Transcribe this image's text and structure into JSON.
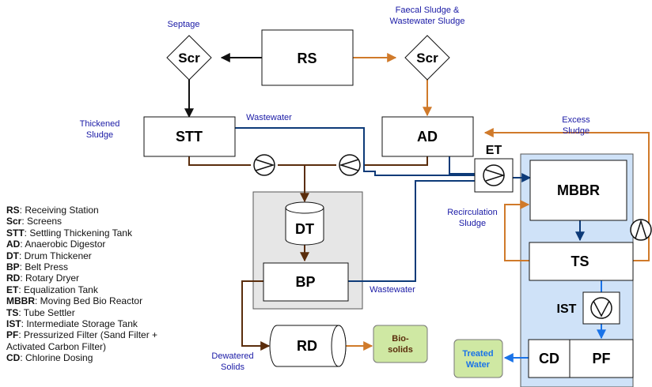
{
  "nodes": {
    "rs": "RS",
    "scr_left": "Scr",
    "scr_right": "Scr",
    "stt": "STT",
    "ad": "AD",
    "dt": "DT",
    "bp": "BP",
    "rd": "RD",
    "biosolids_line1": "Bio-",
    "biosolids_line2": "solids",
    "et": "ET",
    "mbbr": "MBBR",
    "ts": "TS",
    "ist": "IST",
    "cd": "CD",
    "pf": "PF",
    "treated_line1": "Treated",
    "treated_line2": "Water"
  },
  "labels": {
    "septage": "Septage",
    "faecal_line1": "Faecal Sludge &",
    "faecal_line2": "Wastewater Sludge",
    "thickened_line1": "Thickened",
    "thickened_line2": "Sludge",
    "wastewater_top": "Wastewater",
    "excess_line1": "Excess",
    "excess_line2": "Sludge",
    "recirc_line1": "Recirculation",
    "recirc_line2": "Sludge",
    "wastewater_bottom": "Wastewater",
    "dewatered_line1": "Dewatered",
    "dewatered_line2": "Solids"
  },
  "legend": [
    {
      "abbr": "RS",
      "text": ": Receiving Station"
    },
    {
      "abbr": "Scr",
      "text": ": Screens"
    },
    {
      "abbr": "STT",
      "text": ": Settling Thickening Tank"
    },
    {
      "abbr": "AD",
      "text": ": Anaerobic Digestor"
    },
    {
      "abbr": "DT",
      "text": ": Drum Thickener"
    },
    {
      "abbr": "BP",
      "text": ": Belt Press"
    },
    {
      "abbr": "RD",
      "text": ": Rotary Dryer"
    },
    {
      "abbr": "ET",
      "text": ": Equalization Tank"
    },
    {
      "abbr": "MBBR",
      "text": ": Moving Bed Bio Reactor"
    },
    {
      "abbr": "TS",
      "text": ": Tube Settler"
    },
    {
      "abbr": "IST",
      "text": ": Intermediate Storage Tank"
    },
    {
      "abbr": "PF",
      "text": ": Pressurized Filter (Sand Filter + Activated Carbon Filter)"
    },
    {
      "abbr": "CD",
      "text": ": Chlorine Dosing"
    }
  ],
  "colors": {
    "sludge_brown": "#5a2d0c",
    "excess_orange": "#d07a2a",
    "water_navy": "#0d3a78",
    "treated_blue": "#1a73e8",
    "label_blue": "#1a1aa6",
    "panel_blue": "#cfe2f8",
    "panel_gray": "#e6e6e6",
    "green_fill": "#cfe8a3"
  }
}
